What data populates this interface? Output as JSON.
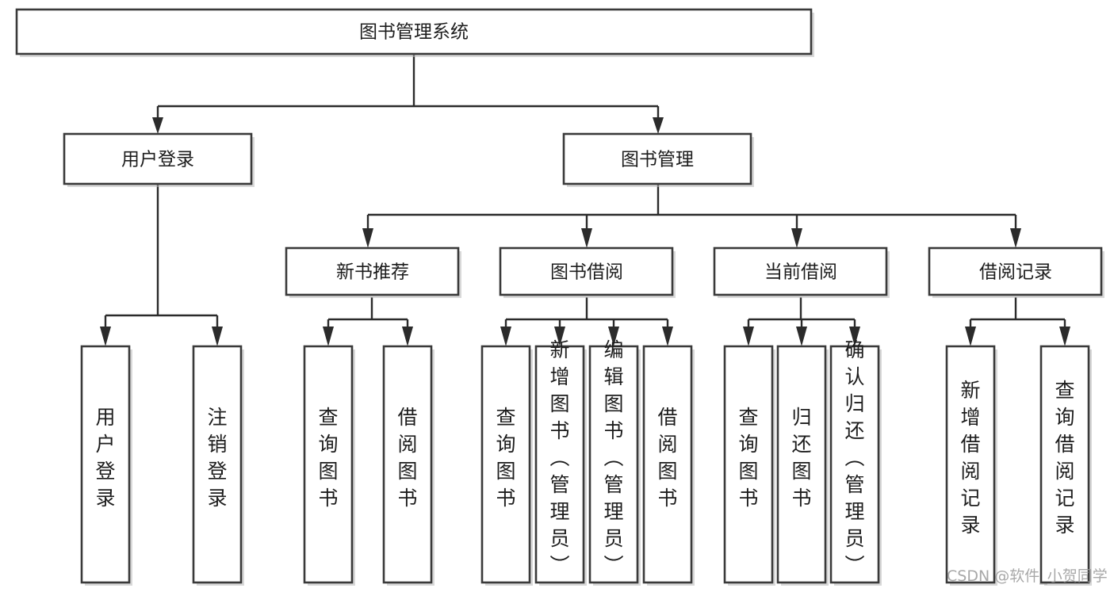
{
  "diagram": {
    "title": "图书管理系统",
    "type": "tree-hierarchy-chart",
    "watermark": "CSDN @软件_小贺同学",
    "colors": {
      "box_fill": "#ffffff",
      "box_stroke": "#3a3a3a",
      "connector": "#2b2b2b",
      "text": "#1d1d1d",
      "watermark": "#9a9a9a",
      "background": "#ffffff"
    },
    "root": {
      "label": "图书管理系统",
      "orientation": "horizontal"
    },
    "level2": [
      {
        "label": "用户登录",
        "orientation": "horizontal"
      },
      {
        "label": "图书管理",
        "orientation": "horizontal"
      }
    ],
    "level3": [
      {
        "label": "新书推荐",
        "orientation": "horizontal",
        "parent": "图书管理"
      },
      {
        "label": "图书借阅",
        "orientation": "horizontal",
        "parent": "图书管理"
      },
      {
        "label": "当前借阅",
        "orientation": "horizontal",
        "parent": "图书管理"
      },
      {
        "label": "借阅记录",
        "orientation": "horizontal",
        "parent": "图书管理"
      }
    ],
    "leaves": {
      "用户登录": [
        {
          "label": "用户登录",
          "orientation": "vertical"
        },
        {
          "label": "注销登录",
          "orientation": "vertical"
        }
      ],
      "新书推荐": [
        {
          "label": "查询图书",
          "orientation": "vertical"
        },
        {
          "label": "借阅图书",
          "orientation": "vertical"
        }
      ],
      "图书借阅": [
        {
          "label": "查询图书",
          "orientation": "vertical"
        },
        {
          "label": "新增图书（管理员）",
          "orientation": "vertical"
        },
        {
          "label": "编辑图书（管理员）",
          "orientation": "vertical"
        },
        {
          "label": "借阅图书",
          "orientation": "vertical"
        }
      ],
      "当前借阅": [
        {
          "label": "查询图书",
          "orientation": "vertical"
        },
        {
          "label": "归还图书",
          "orientation": "vertical"
        },
        {
          "label": "确认归还（管理员）",
          "orientation": "vertical"
        }
      ],
      "借阅记录": [
        {
          "label": "新增借阅记录",
          "orientation": "vertical"
        },
        {
          "label": "查询借阅记录",
          "orientation": "vertical"
        }
      ]
    }
  },
  "nodes": {
    "root": {
      "label": "图书管理系统"
    },
    "user_login": {
      "label": "用户登录"
    },
    "book_manage": {
      "label": "图书管理"
    },
    "new_book_rec": {
      "label": "新书推荐"
    },
    "book_borrow": {
      "label": "图书借阅"
    },
    "current_borrow": {
      "label": "当前借阅"
    },
    "borrow_record": {
      "label": "借阅记录"
    },
    "leaf_user_login": {
      "label": "用户登录"
    },
    "leaf_user_logout": {
      "label": "注销登录"
    },
    "leaf_rec_query": {
      "label": "查询图书"
    },
    "leaf_rec_borrow": {
      "label": "借阅图书"
    },
    "leaf_bb_query": {
      "label": "查询图书"
    },
    "leaf_bb_add": {
      "label": "新增图书（管理员）"
    },
    "leaf_bb_edit": {
      "label": "编辑图书（管理员）"
    },
    "leaf_bb_borrow": {
      "label": "借阅图书"
    },
    "leaf_cb_query": {
      "label": "查询图书"
    },
    "leaf_cb_return": {
      "label": "归还图书"
    },
    "leaf_cb_confirm": {
      "label": "确认归还（管理员）"
    },
    "leaf_br_add": {
      "label": "新增借阅记录"
    },
    "leaf_br_query": {
      "label": "查询借阅记录"
    }
  },
  "watermark": {
    "text": "CSDN @软件_小贺同学"
  }
}
